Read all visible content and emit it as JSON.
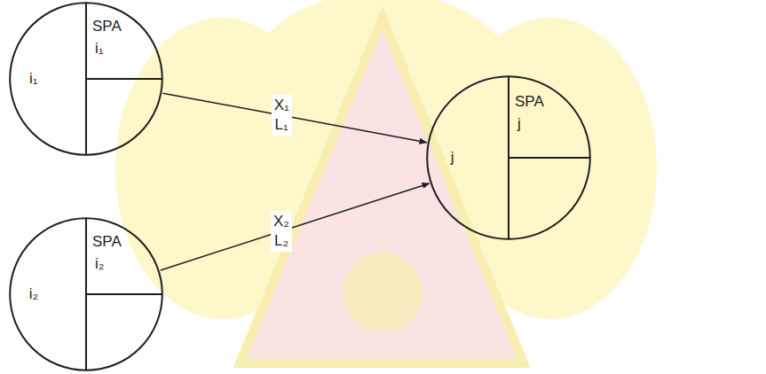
{
  "diagram": {
    "nodes": [
      {
        "text": [
          "i₁"
        ]
      },
      {
        "text": [
          "SPA",
          "i₁"
        ],
        "in": 0
      },
      {
        "text": [
          "i₂"
        ]
      },
      {
        "text": [
          "SPA",
          "i₂"
        ],
        "in": 2
      },
      {
        "text": [
          "j"
        ]
      },
      {
        "text": [
          "SPA",
          "j"
        ],
        "in": 4
      }
    ],
    "edges": [
      {
        "from": 0,
        "to": 4,
        "arrow": "to",
        "label": "X₁ L₁"
      },
      {
        "from": 2,
        "to": 4,
        "arrow": "to",
        "label": "X₂ L₂"
      }
    ]
  }
}
